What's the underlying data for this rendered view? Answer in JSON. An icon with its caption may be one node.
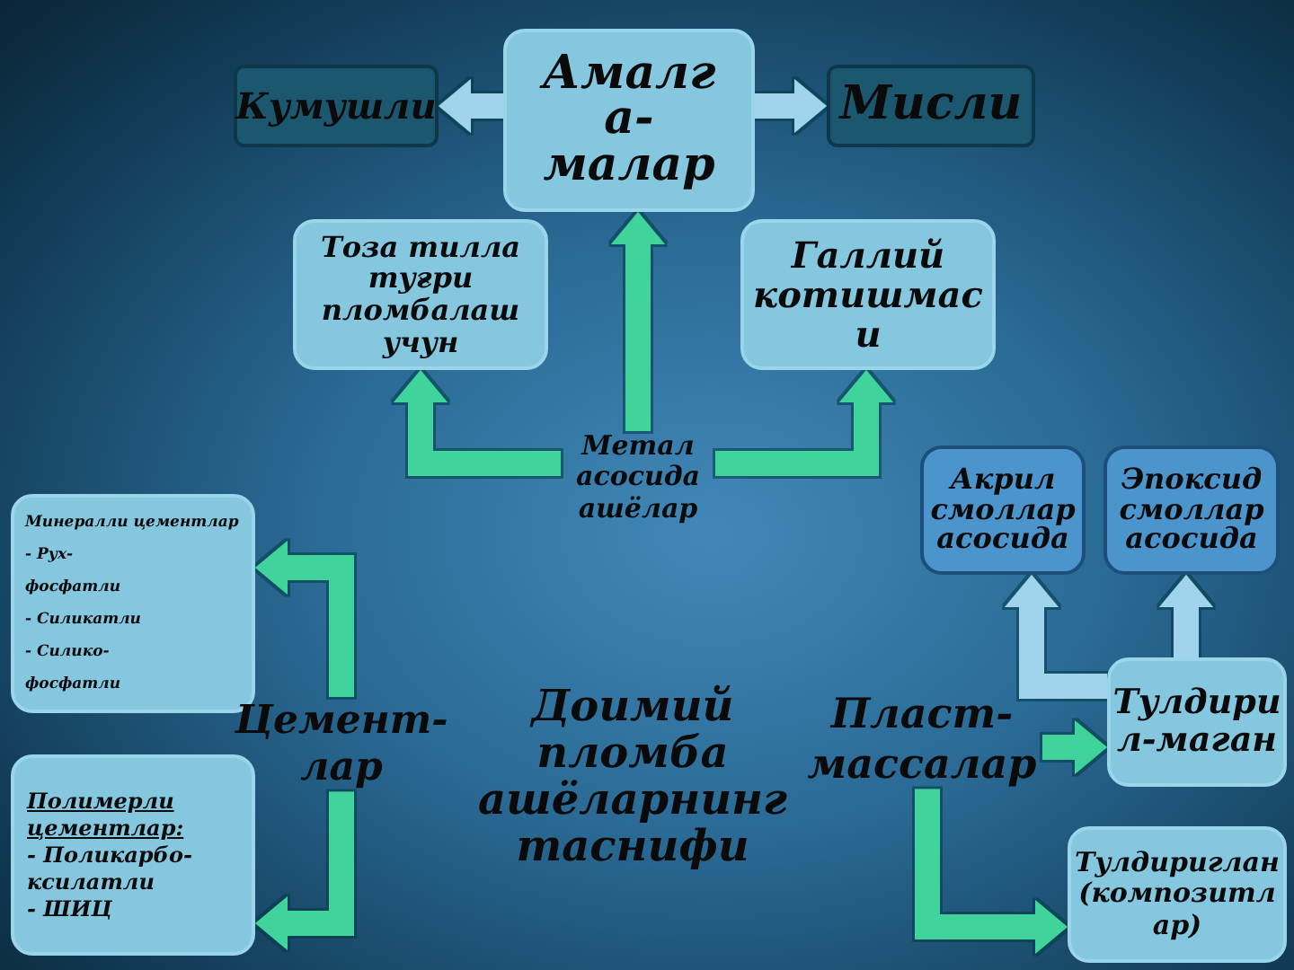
{
  "diagram": {
    "title": "Доимий пломба ашёларнинг таснифи",
    "nodes": [
      {
        "text": [
          "Кумушли"
        ]
      },
      {
        "text": [
          "Амалг а- малар"
        ]
      },
      {
        "text": [
          "Мисли"
        ]
      },
      {
        "text": [
          "Тоза тилла туғри пломбалаш учун"
        ]
      },
      {
        "text": [
          "Галлий котишмас и"
        ]
      },
      {
        "text": [
          "Метал асосида ашёлар"
        ]
      },
      {
        "text": [
          "Минералли цементлар",
          "- Рух- фосфатли",
          "- Силикатли",
          "- Силико- фосфатли"
        ]
      },
      {
        "text": [
          "Акрил смоллар асосида"
        ]
      },
      {
        "text": [
          "Эпоксид смоллар асосида"
        ]
      },
      {
        "text": [
          "Цемент- лар"
        ]
      },
      {
        "text": [
          "Пласт- массалар"
        ]
      },
      {
        "text": [
          "Тулдири л-маган"
        ]
      },
      {
        "text": [
          "Полимерли цементлар:",
          "- Поликарбо- ксилатли",
          "- ШИЦ"
        ]
      },
      {
        "text": [
          "Тулдириглан (композитл ар)"
        ]
      }
    ],
    "edges": [
      {
        "from": 1,
        "to": 0,
        "arrow": "to",
        "color": "#9fd4ec"
      },
      {
        "from": 1,
        "to": 2,
        "arrow": "to",
        "color": "#9fd4ec"
      },
      {
        "from": 5,
        "to": 1,
        "arrow": "to"
      },
      {
        "from": 5,
        "to": 3,
        "arrow": "to"
      },
      {
        "from": 5,
        "to": 4,
        "arrow": "to"
      },
      {
        "from": 9,
        "to": 6,
        "arrow": "to"
      },
      {
        "from": 9,
        "to": 12,
        "arrow": "to"
      },
      {
        "from": 10,
        "to": 11,
        "arrow": "to"
      },
      {
        "from": 10,
        "to": 13,
        "arrow": "to"
      },
      {
        "from": 11,
        "to": 7,
        "arrow": "to",
        "color": "#9fd4ec"
      },
      {
        "from": 11,
        "to": 8,
        "arrow": "to",
        "color": "#9fd4ec"
      }
    ]
  }
}
